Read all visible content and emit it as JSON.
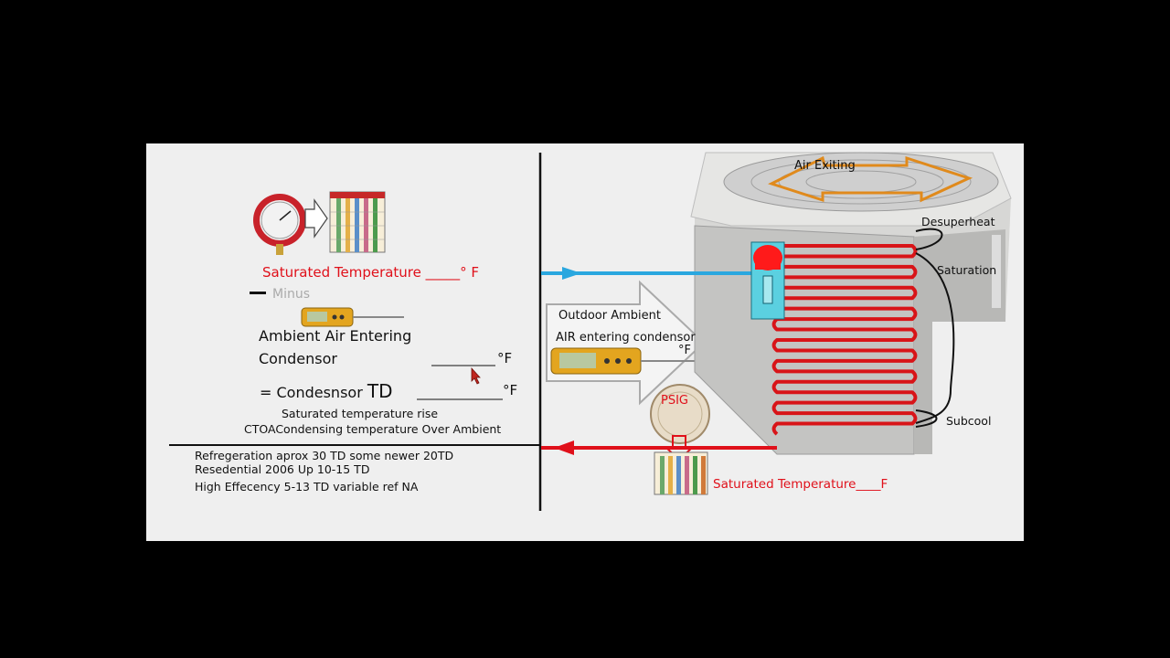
{
  "left": {
    "saturated_temp": "Saturated Temperature _____° F",
    "minus": "Minus",
    "ambient_line1": "Ambient Air Entering",
    "ambient_line2": "Condensor",
    "deg_f_1": "°F",
    "condenser_td_prefix": "= Condesnsor",
    "td": "TD",
    "deg_f_2": "°F",
    "rise_line1": "Saturated temperature rise",
    "rise_line2": "CTOACondensing temperature Over Ambient"
  },
  "notes": [
    "Refregeration aprox 30 TD some newer 20TD",
    "Resedential 2006 Up 10-15 TD",
    "High Effecency 5-13 TD variable ref NA"
  ],
  "right": {
    "outdoor_ambient": "Outdoor Ambient",
    "air_entering": "AIR entering condensor",
    "deg_f_3": "°F",
    "air_exiting": "Air Exiting",
    "desuperheat": "Desuperheat",
    "saturation": "Saturation",
    "subcool": "Subcool",
    "psig": "PSIG",
    "saturated_temp_bottom": "Saturated Temperature____F"
  },
  "colors": {
    "suction_line": "#2aa7df",
    "liquid_line": "#e0101a",
    "coil": "#d81418",
    "air_arrow": "#e08a1c"
  }
}
